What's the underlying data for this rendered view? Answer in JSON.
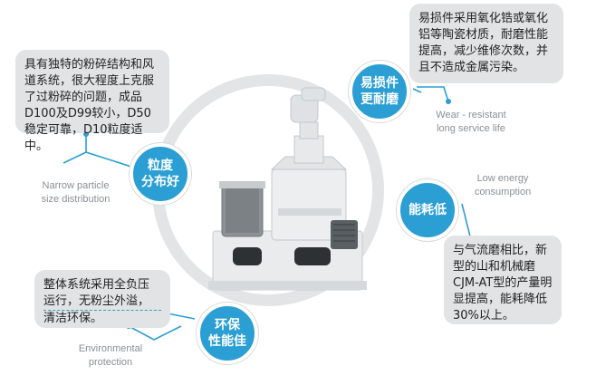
{
  "features": {
    "crushing": {
      "badge": "粒度\n分布好",
      "description": "具有独特的粉碎结构和风道系统，很大程度上克服了过粉碎的问题，成品D100及D99较小，D50稳定可靠，D10粒度适中。",
      "caption": "Narrow particle\nsize distribution"
    },
    "wear": {
      "badge": "易损件\n更耐磨",
      "description": "易损件采用氧化锆或氧化铝等陶瓷材质，耐磨性能提高，减少维修次数，并且不造成金属污染。",
      "caption": "Wear - resistant\nlong service life"
    },
    "energy": {
      "badge": "能耗低",
      "description": "与气流磨相比，新型的山和机械磨CJM-AT型的产量明显提高，能耗降低30%以上。",
      "caption": "Low energy\nconsumption"
    },
    "environment": {
      "badge": "环保\n性能佳",
      "description_line1": "整体系统采用全负压",
      "description_line2": "运行，无粉尘外溢，",
      "description_line3": "清洁环保。",
      "caption": "Environmental\nprotection"
    }
  },
  "colors": {
    "accent": "#2b9ed3",
    "card_bg": "#e1e3e5",
    "ring": "#e2e4e6",
    "caption": "#8a8f94"
  },
  "icons": [
    "machine-illustration"
  ]
}
